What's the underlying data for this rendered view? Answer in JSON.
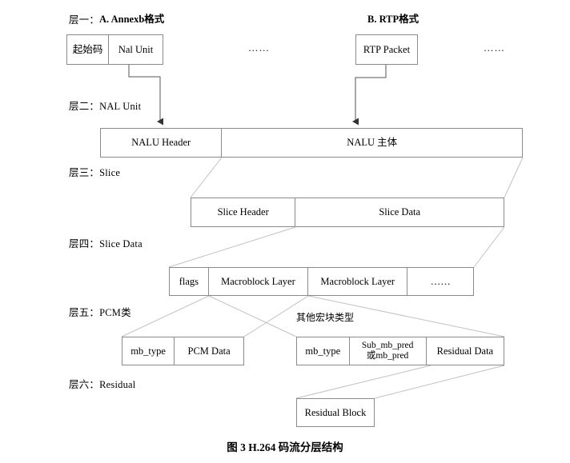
{
  "figure": {
    "caption": "图 3 H.264 码流分层结构",
    "column_titles": {
      "left": "A. Annexb格式",
      "right": "B. RTP格式"
    },
    "ellipsis": "……",
    "note_other_mb": "其他宏块类型"
  },
  "layers": [
    {
      "label": "层一："
    },
    {
      "label": "层二：NAL Unit"
    },
    {
      "label": "层三：Slice"
    },
    {
      "label": "层四：Slice Data"
    },
    {
      "label": "层五：PCM类"
    },
    {
      "label": "层六：Residual"
    }
  ],
  "boxes": {
    "annexb": {
      "cells": [
        "起始码",
        "Nal Unit"
      ]
    },
    "rtp": {
      "cells": [
        "RTP Packet"
      ]
    },
    "nal_unit": {
      "cells": [
        "NALU Header",
        "NALU 主体"
      ]
    },
    "slice": {
      "cells": [
        "Slice Header",
        "Slice Data"
      ]
    },
    "slice_data": {
      "cells": [
        "flags",
        "Macroblock Layer",
        "Macroblock Layer",
        "……"
      ]
    },
    "pcm_mb": {
      "cells": [
        "mb_type",
        "PCM Data"
      ]
    },
    "other_mb": {
      "cells": [
        "mb_type",
        "Sub_mb_pred\n或mb_pred",
        "Residual Data"
      ]
    },
    "residual": {
      "cells": [
        "Residual Block"
      ]
    }
  },
  "colors": {
    "box_border": "#8a8a8a",
    "connector": "#b9b9b9",
    "arrow": "#555555",
    "text": "#000000",
    "background": "#ffffff"
  }
}
